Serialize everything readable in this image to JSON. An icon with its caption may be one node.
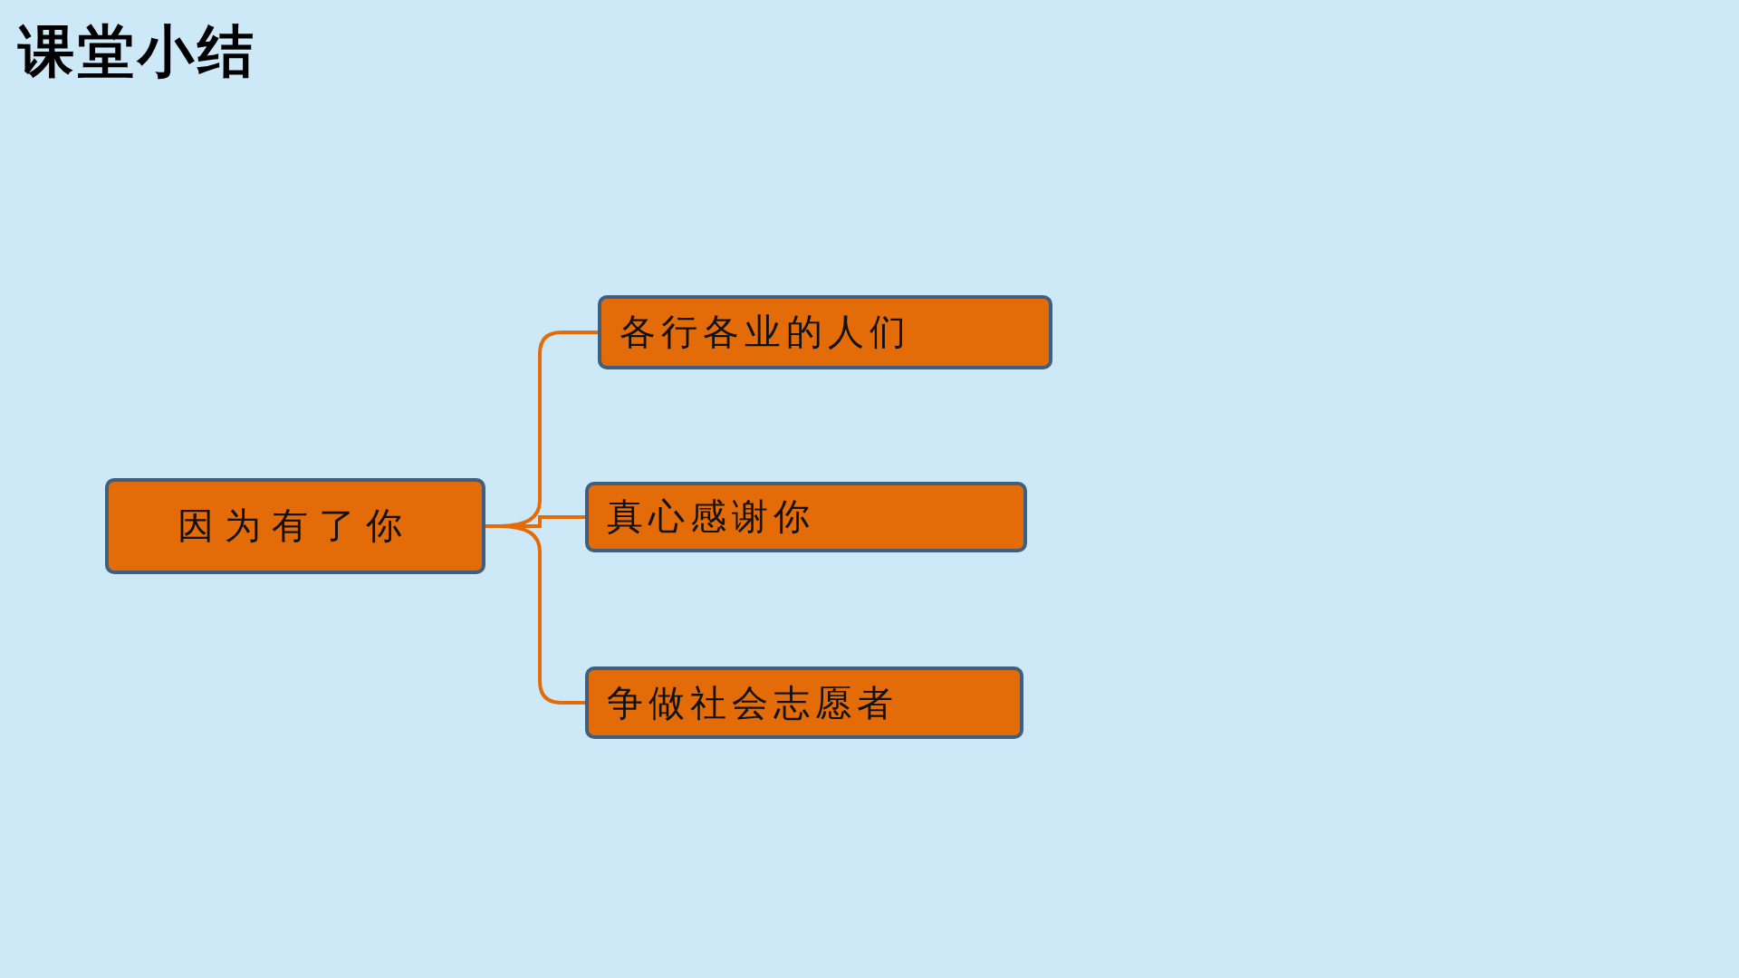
{
  "diagram": {
    "title": "课堂小结",
    "nodes": [
      {
        "text": [
          "因为有了你"
        ]
      },
      {
        "text": [
          "各行各业的人们"
        ]
      },
      {
        "text": [
          "真心感谢你"
        ]
      },
      {
        "text": [
          "争做社会志愿者"
        ]
      }
    ],
    "edges": [
      {
        "from": 0,
        "to": 1,
        "arrow": "none"
      },
      {
        "from": 0,
        "to": 2,
        "arrow": "none"
      },
      {
        "from": 0,
        "to": 3,
        "arrow": "none"
      }
    ]
  }
}
